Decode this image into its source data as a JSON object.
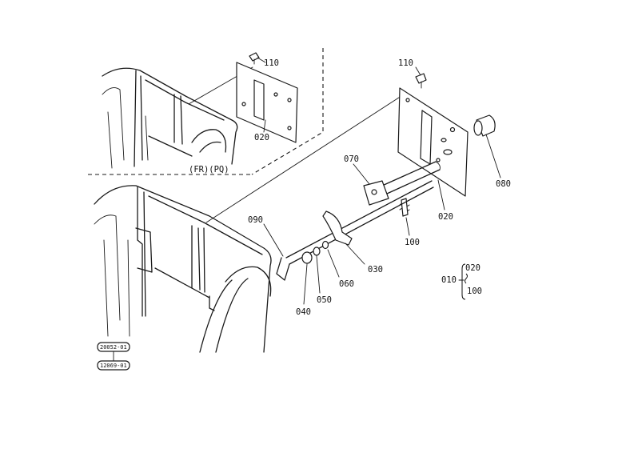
{
  "callouts": {
    "c110_top": "110",
    "c020_top": "020",
    "region_note": "(FR)(PQ)",
    "c110_right": "110",
    "c080": "080",
    "c070": "070",
    "c020_right": "020",
    "c090": "090",
    "c100": "100",
    "c030": "030",
    "c060": "060",
    "c050": "050",
    "c040": "040"
  },
  "assembly": {
    "parent": "010",
    "range_from": "020",
    "range_to": "100"
  },
  "references": {
    "ref_top": "20052-01",
    "ref_bottom": "12069-01"
  }
}
